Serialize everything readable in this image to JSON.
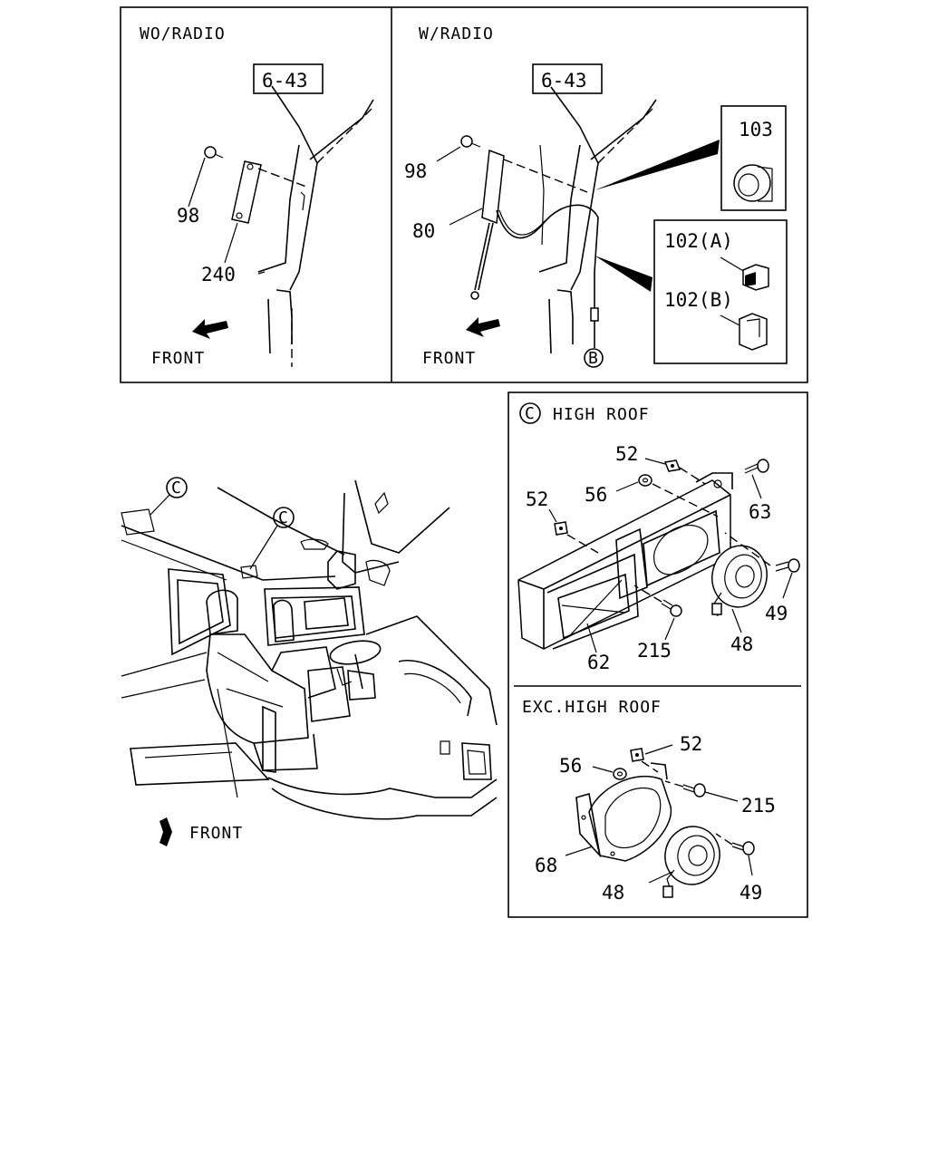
{
  "panels": {
    "wo_radio": {
      "header": "WO/RADIO",
      "ref_box": "6-43",
      "callouts": {
        "screw": "98",
        "cover": "240"
      },
      "front_label": "FRONT"
    },
    "w_radio": {
      "header": "W/RADIO",
      "ref_box": "6-43",
      "callouts": {
        "screw": "98",
        "antenna": "80",
        "grommet": "103",
        "clip_a": "102(A)",
        "clip_b": "102(B)",
        "connector": "B"
      },
      "front_label": "FRONT"
    },
    "cab_view": {
      "callout_c1": "C",
      "callout_c2": "C",
      "front_label": "FRONT"
    },
    "high_roof": {
      "marker": "C",
      "header": "HIGH ROOF",
      "callouts": {
        "nut_top": "52",
        "washer": "56",
        "bolt_top": "63",
        "nut_left": "52",
        "bolt_right": "49",
        "bolt_mid": "215",
        "speaker": "48",
        "box": "62"
      }
    },
    "exc_high_roof": {
      "header": "EXC.HIGH ROOF",
      "callouts": {
        "nut": "52",
        "washer": "56",
        "bolt_mid": "215",
        "bracket": "68",
        "bolt_right": "49",
        "speaker": "48"
      }
    }
  }
}
